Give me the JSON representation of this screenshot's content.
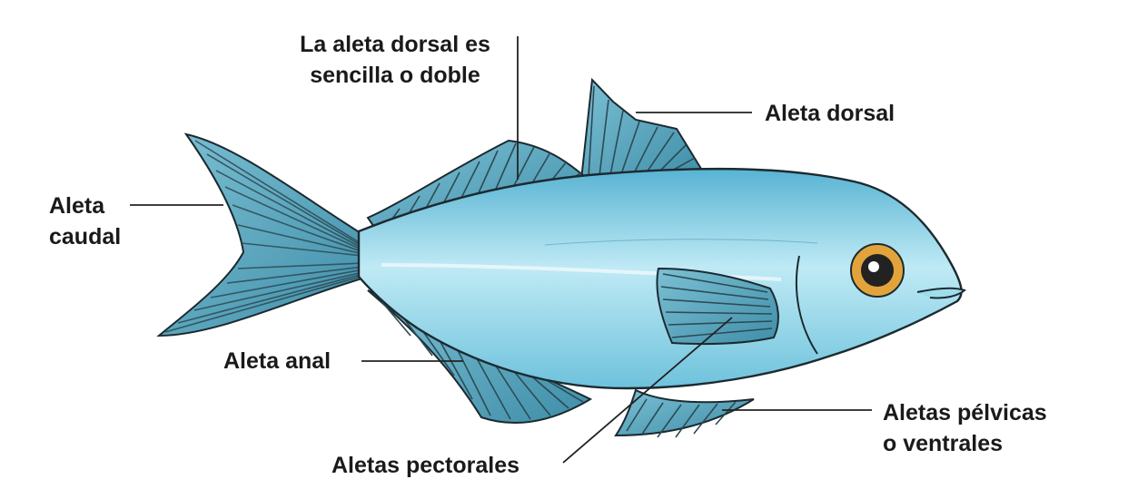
{
  "colors": {
    "body": "#8fd6ea",
    "body_dark": "#4aa9c9",
    "fin": "#5fa9c0",
    "fin_ray": "#2c4a55",
    "outline": "#1c2a30",
    "eye_ring": "#e2a43a",
    "leader_line": "#222222"
  },
  "labels": {
    "dorsal_note": [
      "La aleta dorsal es",
      "sencilla o doble"
    ],
    "dorsal": [
      "Aleta dorsal"
    ],
    "caudal": [
      "Aleta",
      "caudal"
    ],
    "anal": [
      "Aleta anal"
    ],
    "pectoral": [
      "Aletas pectorales"
    ],
    "pelvic": [
      "Aletas pélvicas",
      "o ventrales"
    ]
  }
}
